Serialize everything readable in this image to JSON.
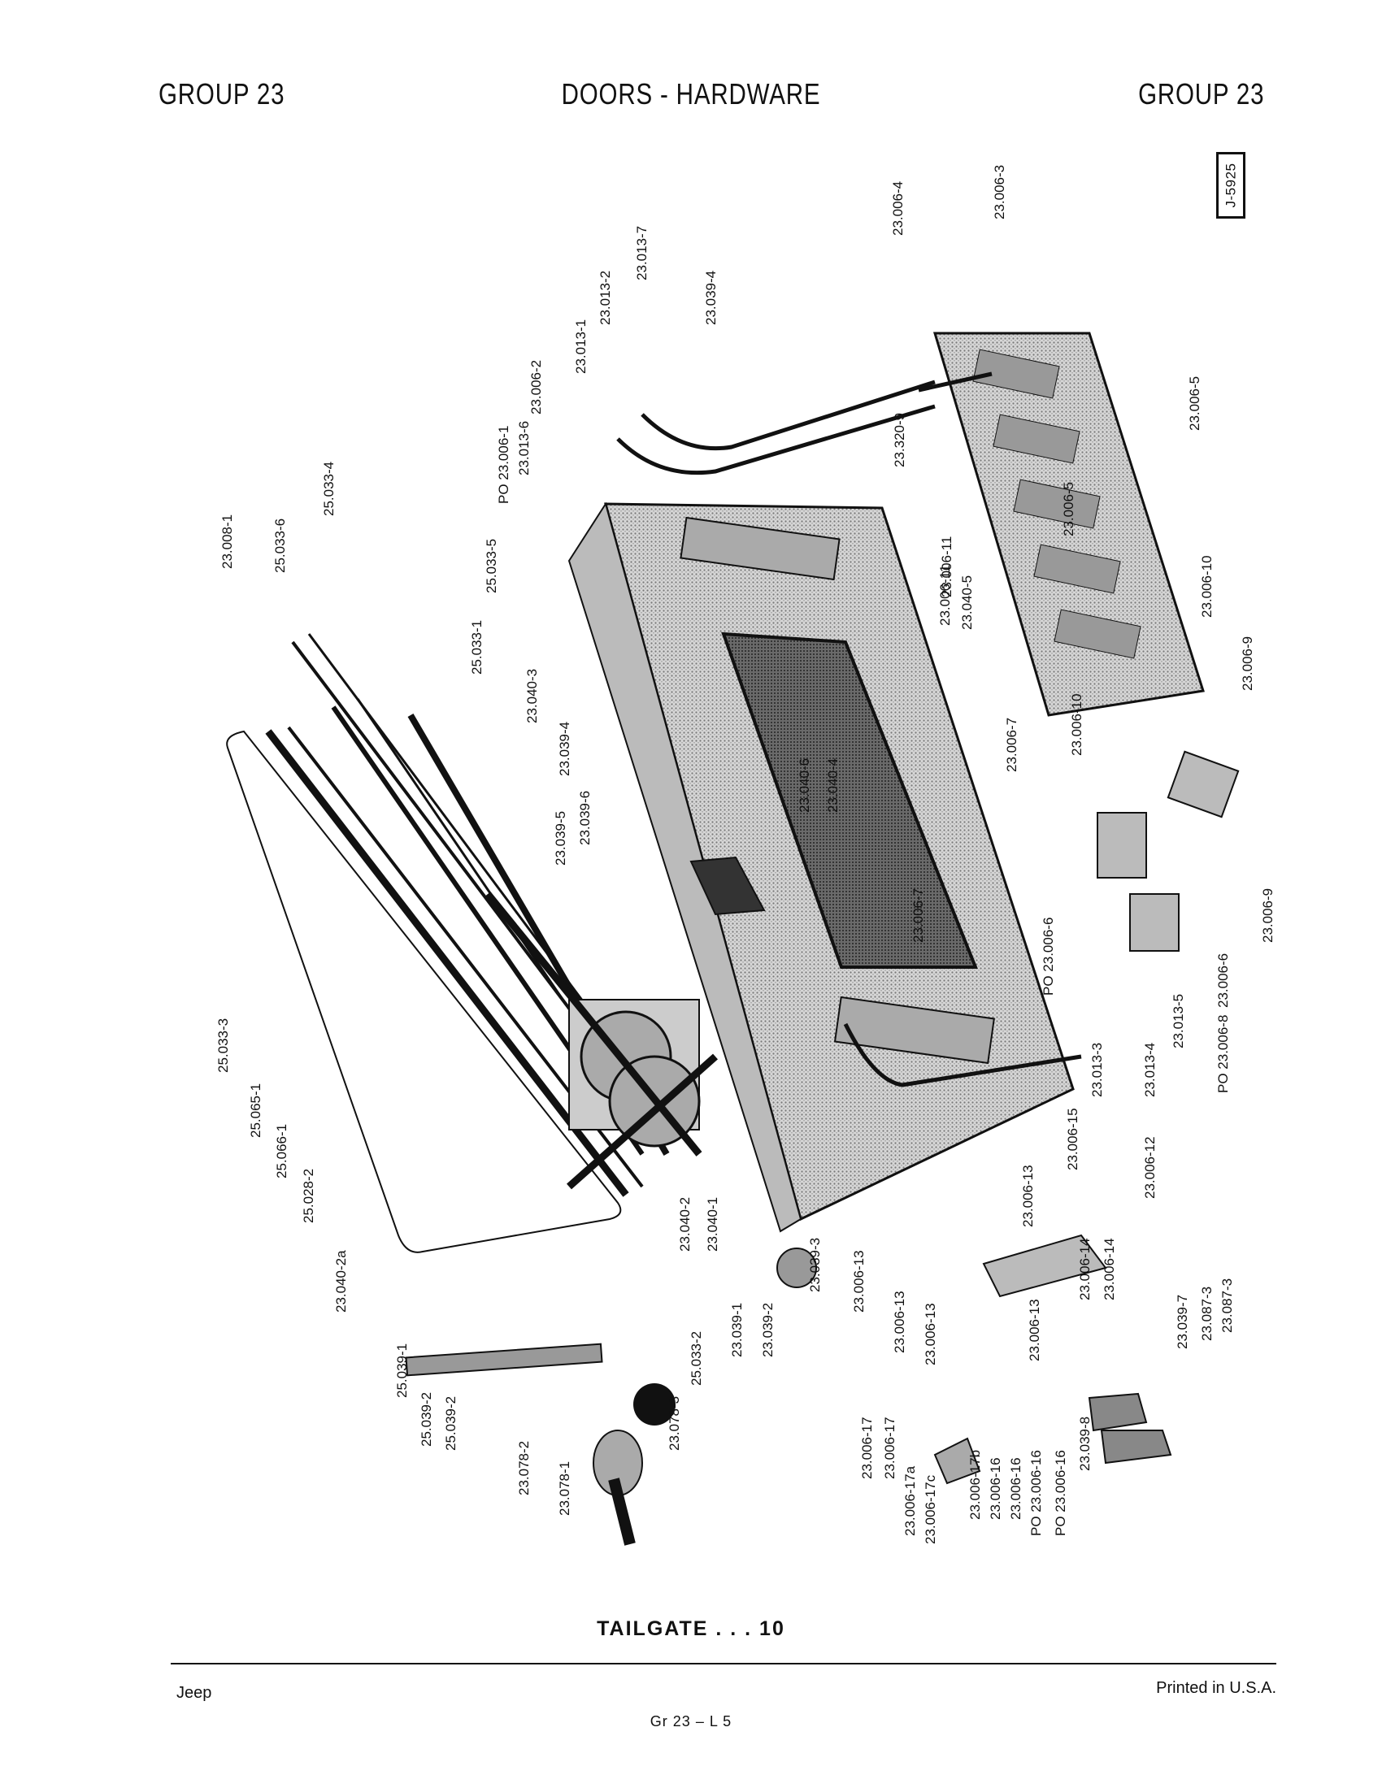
{
  "header": {
    "left": "GROUP 23",
    "center": "DOORS - HARDWARE",
    "right": "GROUP 23"
  },
  "ref_code": "J-5925",
  "callouts": [
    "23.006-3",
    "23.006-4",
    "23.006-5",
    "23.013-7",
    "23.039-4",
    "23.013-2",
    "23.013-1",
    "23.006-2",
    "23.013-6",
    "PO 23.006-1",
    "23.320-9",
    "23.006-5",
    "25.033-4",
    "25.033-6",
    "23.008-1",
    "25.033-5",
    "23.006-11",
    "23.006-11",
    "23.040-5",
    "23.006-10",
    "25.033-1",
    "23.040-3",
    "23.039-4",
    "23.040-6",
    "23.040-4",
    "23.006-10",
    "23.006-9",
    "23.006-7",
    "23.039-5",
    "23.039-6",
    "PO 23.006-6",
    "23.006-7",
    "23.006-9",
    "23.006-6",
    "PO 23.006-8",
    "23.013-5",
    "23.013-4",
    "23.013-3",
    "25.033-3",
    "25.065-1",
    "25.066-1",
    "25.028-2",
    "23.006-15",
    "23.006-12",
    "23.040-1",
    "23.040-2",
    "23.006-13",
    "23.039-3",
    "23.006-13",
    "23.006-14",
    "23.006-14",
    "23.040-2a",
    "23.006-13",
    "23.006-13",
    "23.006-13",
    "23.039-1",
    "23.039-2",
    "23.039-7",
    "23.087-3",
    "23.087-3",
    "25.033-2",
    "25.039-1",
    "25.039-2",
    "25.039-2",
    "23.078-3",
    "23.078-2",
    "23.078-1",
    "23.006-17",
    "23.006-17",
    "23.006-17a",
    "23.006-17c",
    "23.006-17b",
    "23.006-16",
    "23.006-16",
    "PO 23.006-16",
    "PO 23.006-16",
    "23.039-8"
  ],
  "caption": "TAILGATE . . . 10",
  "footer": {
    "left": "Jeep",
    "center": "Gr 23 – L 5",
    "right": "Printed in U.S.A."
  }
}
